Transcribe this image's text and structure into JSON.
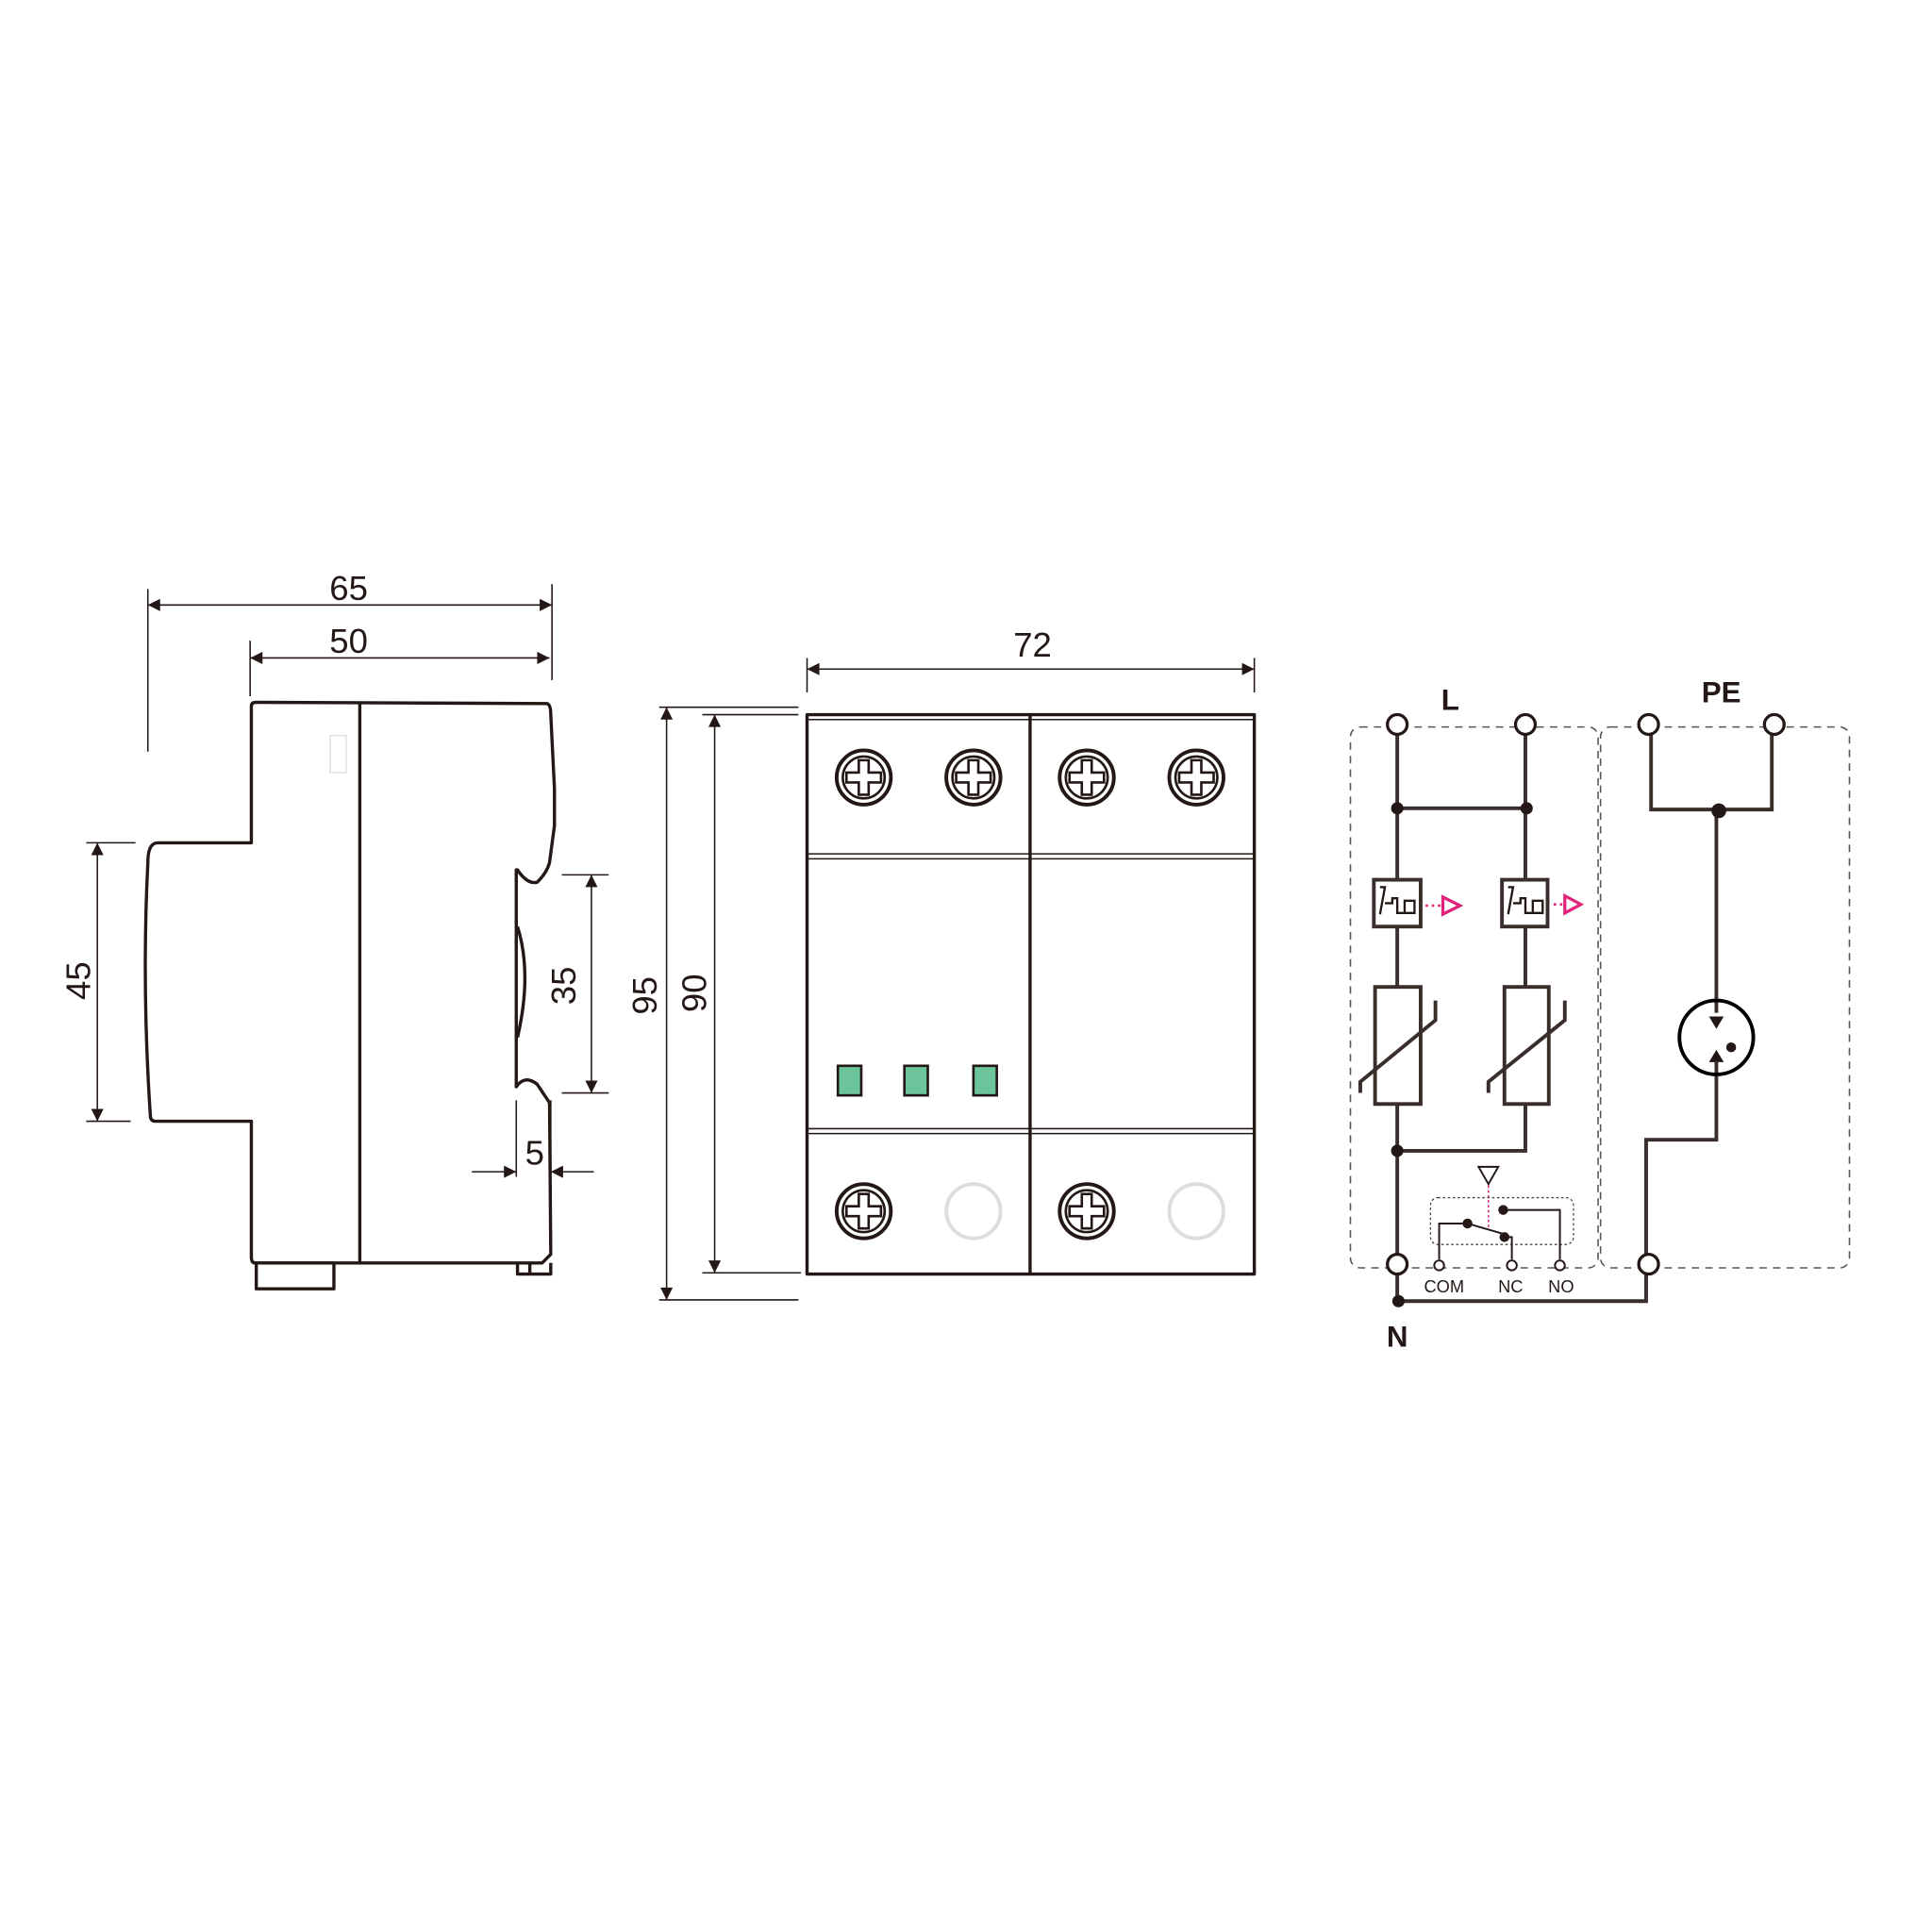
{
  "side_view": {
    "dim_overall_depth": "65",
    "dim_body_depth": "50",
    "dim_front_height": "45",
    "dim_rail": "35",
    "dim_clip": "5"
  },
  "front_view": {
    "dim_width": "72",
    "dim_height_total": "95",
    "dim_height_body": "90",
    "indicator_color": "#6cc49a"
  },
  "schematic": {
    "label_L": "L",
    "label_PE": "PE",
    "label_N": "N",
    "contacts": [
      "COM",
      "NC",
      "NO"
    ],
    "signal_color": "#e0267a"
  }
}
